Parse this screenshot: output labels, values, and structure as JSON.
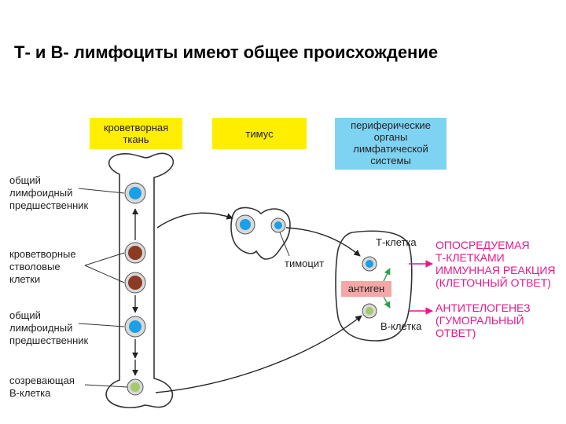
{
  "title": "Т- и В- лимфоциты имеют общее происхождение",
  "boxes": {
    "hematopoietic": "кроветворная\nткань",
    "thymus": "тимус",
    "peripheral": "периферические\nорганы\nлимфатической\nсистемы"
  },
  "labels": {
    "common_progenitor_top": "общий\nлимфоидный\nпредшественник",
    "stem_cells": "кроветворные\nстволовые\nклетки",
    "common_progenitor_bottom": "общий\nлимфоидный\nпредшественник",
    "maturing_b": "созревающая\nВ-клетка",
    "thymocyte": "тимоцит",
    "t_cell": "Т-клетка",
    "antigen": "антиген",
    "b_cell": "В-клетка"
  },
  "responses": {
    "cellular": "ОПОСРЕДУЕМАЯ\nТ-КЛЕТКАМИ\nИММУННАЯ РЕАКЦИЯ\n(КЛЕТОЧНЫЙ ОТВЕТ)",
    "humoral": "АНТИТЕЛОГЕНЕЗ\n(ГУМОРАЛЬНЫЙ\nОТВЕТ)"
  },
  "colors": {
    "yellow_box": "#ffee00",
    "cyan_box": "#7fd3f2",
    "lymphoid_cell": "#1aa0e6",
    "stem_cell": "#8b3a24",
    "b_cell": "#a6c96a",
    "response_text": "#e6198c",
    "antigen_box": "#f4a7a7",
    "green_arrow": "#2e9e4f"
  }
}
